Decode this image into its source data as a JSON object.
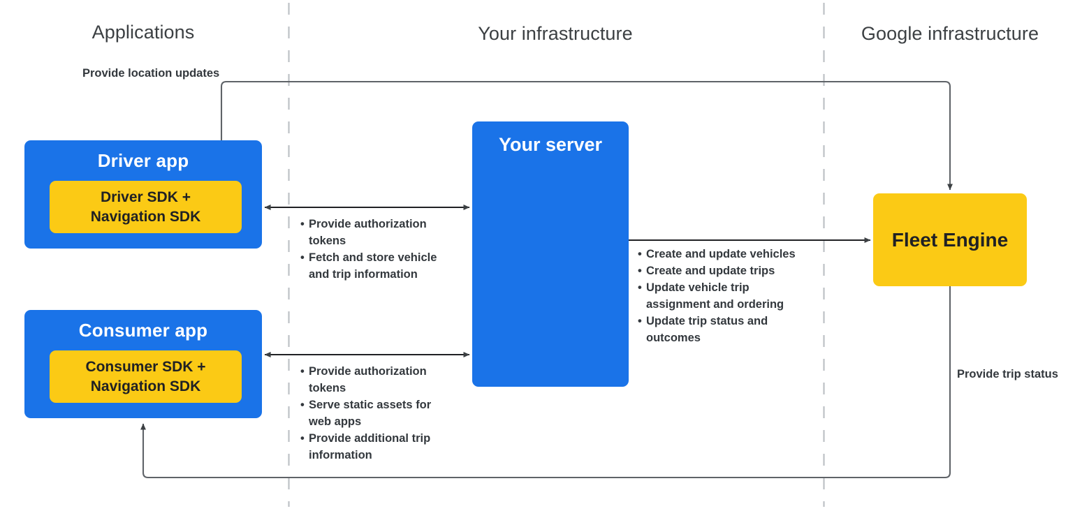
{
  "columns": [
    {
      "id": "applications",
      "label": "Applications"
    },
    {
      "id": "your-infrastructure",
      "label": "Your infrastructure"
    },
    {
      "id": "google-infrastructure",
      "label": "Google infrastructure"
    }
  ],
  "colors": {
    "app_blue": "#1a73e8",
    "sdk_yellow": "#fbca15",
    "text_dark": "#33383d",
    "header_gray": "#3c4043",
    "wire_gray": "#5f6368",
    "divider_gray": "#bdc1c6"
  },
  "nodes": {
    "driver_app": {
      "title": "Driver app",
      "sdk_line1": "Driver SDK +",
      "sdk_line2": "Navigation SDK"
    },
    "consumer_app": {
      "title": "Consumer app",
      "sdk_line1": "Consumer SDK +",
      "sdk_line2": "Navigation SDK"
    },
    "your_server": {
      "title": "Your server"
    },
    "fleet_engine": {
      "title": "Fleet Engine"
    }
  },
  "flows": {
    "provide_location_updates": "Provide location updates",
    "provide_trip_status": "Provide trip status",
    "driver_to_server": [
      "Provide authorization tokens",
      "Fetch and store vehicle and trip information"
    ],
    "consumer_to_server": [
      "Provide authorization tokens",
      "Serve static assets for web apps",
      "Provide additional trip information"
    ],
    "server_to_fleet": [
      "Create and update vehicles",
      "Create and update trips",
      "Update vehicle trip assignment and ordering",
      "Update trip status and outcomes"
    ]
  }
}
